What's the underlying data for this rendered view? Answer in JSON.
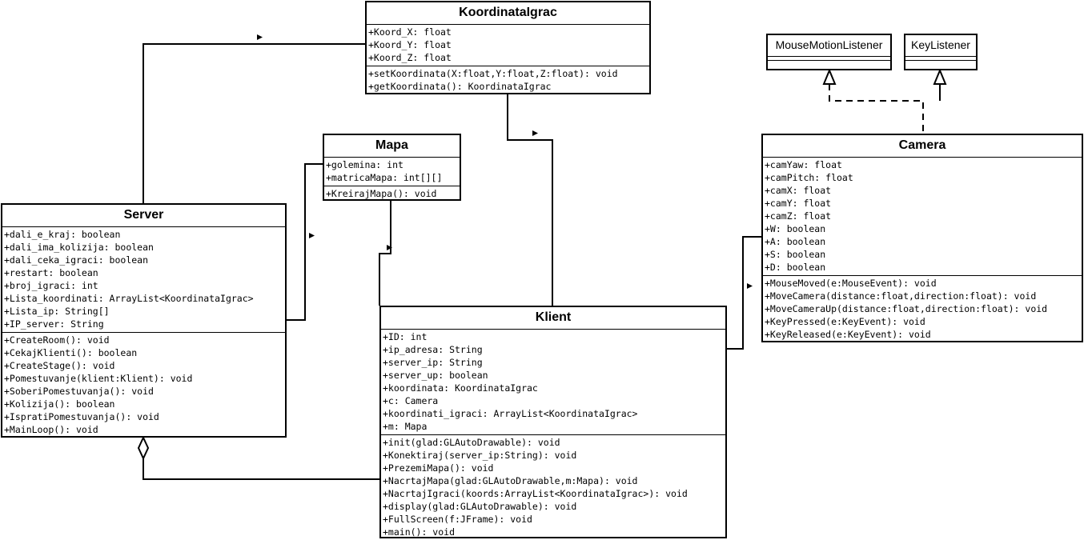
{
  "interfaces": {
    "mouse_motion_listener": "MouseMotionListener",
    "key_listener": "KeyListener"
  },
  "classes": {
    "koordinata_igrac": {
      "name": "KoordinataIgrac",
      "attributes": [
        "+Koord_X: float",
        "+Koord_Y: float",
        "+Koord_Z: float"
      ],
      "operations": [
        "+setKoordinata(X:float,Y:float,Z:float): void",
        "+getKoordinata(): KoordinataIgrac"
      ]
    },
    "mapa": {
      "name": "Mapa",
      "attributes": [
        "+golemina: int",
        "+matricaMapa: int[][]"
      ],
      "operations": [
        "+KreirajMapa(): void"
      ]
    },
    "server": {
      "name": "Server",
      "attributes": [
        "+dali_e_kraj: boolean",
        "+dali_ima_kolizija: boolean",
        "+dali_ceka_igraci: boolean",
        "+restart: boolean",
        "+broj_igraci: int",
        "+Lista_koordinati: ArrayList<KoordinataIgrac>",
        "+Lista_ip: String[]",
        "+IP_server: String"
      ],
      "operations": [
        "+CreateRoom(): void",
        "+CekajKlienti(): boolean",
        "+CreateStage(): void",
        "+Pomestuvanje(klient:Klient): void",
        "+SoberiPomestuvanja(): void",
        "+Kolizija(): boolean",
        "+IspratiPomestuvanja(): void",
        "+MainLoop(): void"
      ]
    },
    "camera": {
      "name": "Camera",
      "attributes": [
        "+camYaw: float",
        "+camPitch: float",
        "+camX: float",
        "+camY: float",
        "+camZ: float",
        "+W: boolean",
        "+A: boolean",
        "+S: boolean",
        "+D: boolean"
      ],
      "operations": [
        "+MouseMoved(e:MouseEvent): void",
        "+MoveCamera(distance:float,direction:float): void",
        "+MoveCameraUp(distance:float,direction:float): void",
        "+KeyPressed(e:KeyEvent): void",
        "+KeyReleased(e:KeyEvent): void"
      ]
    },
    "klient": {
      "name": "Klient",
      "attributes": [
        "+ID: int",
        "+ip_adresa: String",
        "+server_ip: String",
        "+server_up: boolean",
        "+koordinata: KoordinataIgrac",
        "+c: Camera",
        "+koordinati_igraci: ArrayList<KoordinataIgrac>",
        "+m: Mapa"
      ],
      "operations": [
        "+init(glad:GLAutoDrawable): void",
        "+Konektiraj(server_ip:String): void",
        "+PrezemiMapa(): void",
        "+NacrtajMapa(glad:GLAutoDrawable,m:Mapa): void",
        "+NacrtajIgraci(koords:ArrayList<KoordinataIgrac>): void",
        "+display(glad:GLAutoDrawable): void",
        "+FullScreen(f:JFrame): void",
        "+main(): void"
      ]
    }
  }
}
